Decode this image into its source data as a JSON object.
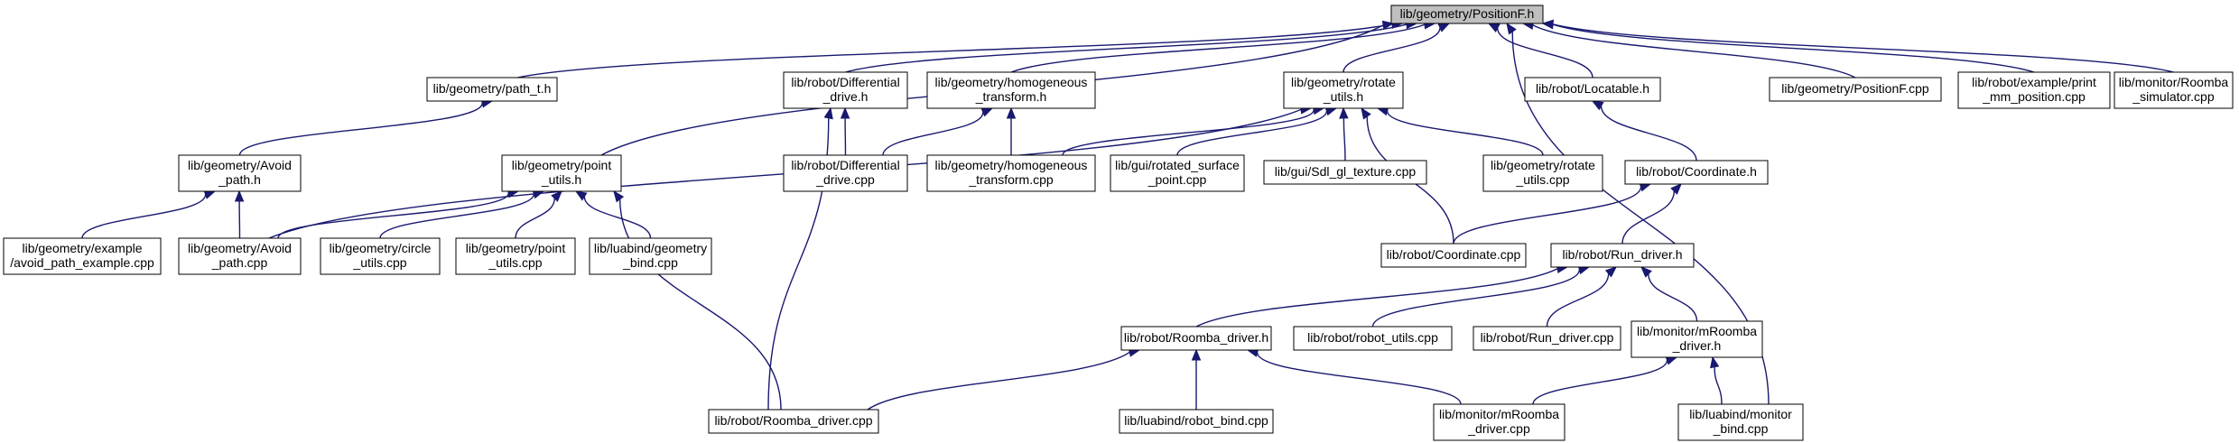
{
  "graph": {
    "colors": {
      "edge": "#191970",
      "root_fill": "#bfbfbf",
      "node_fill": "#ffffff",
      "border": "#000000"
    },
    "nodes": [
      {
        "id": "positionf_h",
        "lines": [
          "lib/geometry/PositionF.h"
        ],
        "root": true
      },
      {
        "id": "path_t_h",
        "lines": [
          "lib/geometry/path_t.h"
        ]
      },
      {
        "id": "differential_drive_h",
        "lines": [
          "lib/robot/Differential",
          "_drive.h"
        ]
      },
      {
        "id": "homogeneous_transform_h",
        "lines": [
          "lib/geometry/homogeneous",
          "_transform.h"
        ]
      },
      {
        "id": "rotate_utils_h",
        "lines": [
          "lib/geometry/rotate",
          "_utils.h"
        ]
      },
      {
        "id": "locatable_h",
        "lines": [
          "lib/robot/Locatable.h"
        ]
      },
      {
        "id": "positionf_cpp",
        "lines": [
          "lib/geometry/PositionF.cpp"
        ]
      },
      {
        "id": "print_mm_position_cpp",
        "lines": [
          "lib/robot/example/print",
          "_mm_position.cpp"
        ]
      },
      {
        "id": "roomba_simulator_cpp",
        "lines": [
          "lib/monitor/Roomba",
          "_simulator.cpp"
        ]
      },
      {
        "id": "avoid_path_h",
        "lines": [
          "lib/geometry/Avoid",
          "_path.h"
        ]
      },
      {
        "id": "point_utils_h",
        "lines": [
          "lib/geometry/point",
          "_utils.h"
        ]
      },
      {
        "id": "differential_drive_cpp",
        "lines": [
          "lib/robot/Differential",
          "_drive.cpp"
        ]
      },
      {
        "id": "homogeneous_transform_cpp",
        "lines": [
          "lib/geometry/homogeneous",
          "_transform.cpp"
        ]
      },
      {
        "id": "rotated_surface_point_cpp",
        "lines": [
          "lib/gui/rotated_surface",
          "_point.cpp"
        ]
      },
      {
        "id": "sdl_gl_texture_cpp",
        "lines": [
          "lib/gui/Sdl_gl_texture.cpp"
        ]
      },
      {
        "id": "rotate_utils_cpp",
        "lines": [
          "lib/geometry/rotate",
          "_utils.cpp"
        ]
      },
      {
        "id": "coordinate_h",
        "lines": [
          "lib/robot/Coordinate.h"
        ]
      },
      {
        "id": "avoid_path_example_cpp",
        "lines": [
          "lib/geometry/example",
          "/avoid_path_example.cpp"
        ]
      },
      {
        "id": "avoid_path_cpp",
        "lines": [
          "lib/geometry/Avoid",
          "_path.cpp"
        ]
      },
      {
        "id": "circle_utils_cpp",
        "lines": [
          "lib/geometry/circle",
          "_utils.cpp"
        ]
      },
      {
        "id": "point_utils_cpp",
        "lines": [
          "lib/geometry/point",
          "_utils.cpp"
        ]
      },
      {
        "id": "geometry_bind_cpp",
        "lines": [
          "lib/luabind/geometry",
          "_bind.cpp"
        ]
      },
      {
        "id": "coordinate_cpp",
        "lines": [
          "lib/robot/Coordinate.cpp"
        ]
      },
      {
        "id": "run_driver_h",
        "lines": [
          "lib/robot/Run_driver.h"
        ]
      },
      {
        "id": "roomba_driver_h",
        "lines": [
          "lib/robot/Roomba_driver.h"
        ]
      },
      {
        "id": "robot_utils_cpp",
        "lines": [
          "lib/robot/robot_utils.cpp"
        ]
      },
      {
        "id": "run_driver_cpp",
        "lines": [
          "lib/robot/Run_driver.cpp"
        ]
      },
      {
        "id": "mroomba_driver_h",
        "lines": [
          "lib/monitor/mRoomba",
          "_driver.h"
        ]
      },
      {
        "id": "roomba_driver_cpp",
        "lines": [
          "lib/robot/Roomba_driver.cpp"
        ]
      },
      {
        "id": "robot_bind_cpp",
        "lines": [
          "lib/luabind/robot_bind.cpp"
        ]
      },
      {
        "id": "mroomba_driver_cpp",
        "lines": [
          "lib/monitor/mRoomba",
          "_driver.cpp"
        ]
      },
      {
        "id": "monitor_bind_cpp",
        "lines": [
          "lib/luabind/monitor",
          "_bind.cpp"
        ]
      }
    ],
    "edges": [
      {
        "from": "path_t_h",
        "to": "positionf_h"
      },
      {
        "from": "differential_drive_h",
        "to": "positionf_h"
      },
      {
        "from": "homogeneous_transform_h",
        "to": "positionf_h"
      },
      {
        "from": "rotate_utils_h",
        "to": "positionf_h"
      },
      {
        "from": "locatable_h",
        "to": "positionf_h"
      },
      {
        "from": "positionf_cpp",
        "to": "positionf_h"
      },
      {
        "from": "print_mm_position_cpp",
        "to": "positionf_h"
      },
      {
        "from": "roomba_simulator_cpp",
        "to": "positionf_h"
      },
      {
        "from": "point_utils_h",
        "to": "positionf_h"
      },
      {
        "from": "monitor_bind_cpp",
        "to": "positionf_h"
      },
      {
        "from": "avoid_path_h",
        "to": "path_t_h"
      },
      {
        "from": "avoid_path_example_cpp",
        "to": "avoid_path_h"
      },
      {
        "from": "avoid_path_cpp",
        "to": "avoid_path_h"
      },
      {
        "from": "differential_drive_cpp",
        "to": "differential_drive_h"
      },
      {
        "from": "roomba_driver_cpp",
        "to": "differential_drive_h"
      },
      {
        "from": "differential_drive_cpp",
        "to": "homogeneous_transform_h"
      },
      {
        "from": "homogeneous_transform_cpp",
        "to": "homogeneous_transform_h"
      },
      {
        "from": "avoid_path_cpp",
        "to": "rotate_utils_h"
      },
      {
        "from": "homogeneous_transform_cpp",
        "to": "rotate_utils_h"
      },
      {
        "from": "rotated_surface_point_cpp",
        "to": "rotate_utils_h"
      },
      {
        "from": "sdl_gl_texture_cpp",
        "to": "rotate_utils_h"
      },
      {
        "from": "rotate_utils_cpp",
        "to": "rotate_utils_h"
      },
      {
        "from": "coordinate_cpp",
        "to": "rotate_utils_h"
      },
      {
        "from": "avoid_path_cpp",
        "to": "point_utils_h"
      },
      {
        "from": "circle_utils_cpp",
        "to": "point_utils_h"
      },
      {
        "from": "point_utils_cpp",
        "to": "point_utils_h"
      },
      {
        "from": "geometry_bind_cpp",
        "to": "point_utils_h"
      },
      {
        "from": "roomba_driver_cpp",
        "to": "point_utils_h"
      },
      {
        "from": "coordinate_h",
        "to": "locatable_h"
      },
      {
        "from": "coordinate_cpp",
        "to": "coordinate_h"
      },
      {
        "from": "run_driver_h",
        "to": "coordinate_h"
      },
      {
        "from": "roomba_driver_h",
        "to": "run_driver_h"
      },
      {
        "from": "robot_utils_cpp",
        "to": "run_driver_h"
      },
      {
        "from": "run_driver_cpp",
        "to": "run_driver_h"
      },
      {
        "from": "mroomba_driver_h",
        "to": "run_driver_h"
      },
      {
        "from": "roomba_driver_cpp",
        "to": "roomba_driver_h"
      },
      {
        "from": "robot_bind_cpp",
        "to": "roomba_driver_h"
      },
      {
        "from": "mroomba_driver_cpp",
        "to": "roomba_driver_h"
      },
      {
        "from": "mroomba_driver_cpp",
        "to": "mroomba_driver_h"
      },
      {
        "from": "monitor_bind_cpp",
        "to": "mroomba_driver_h"
      }
    ]
  }
}
